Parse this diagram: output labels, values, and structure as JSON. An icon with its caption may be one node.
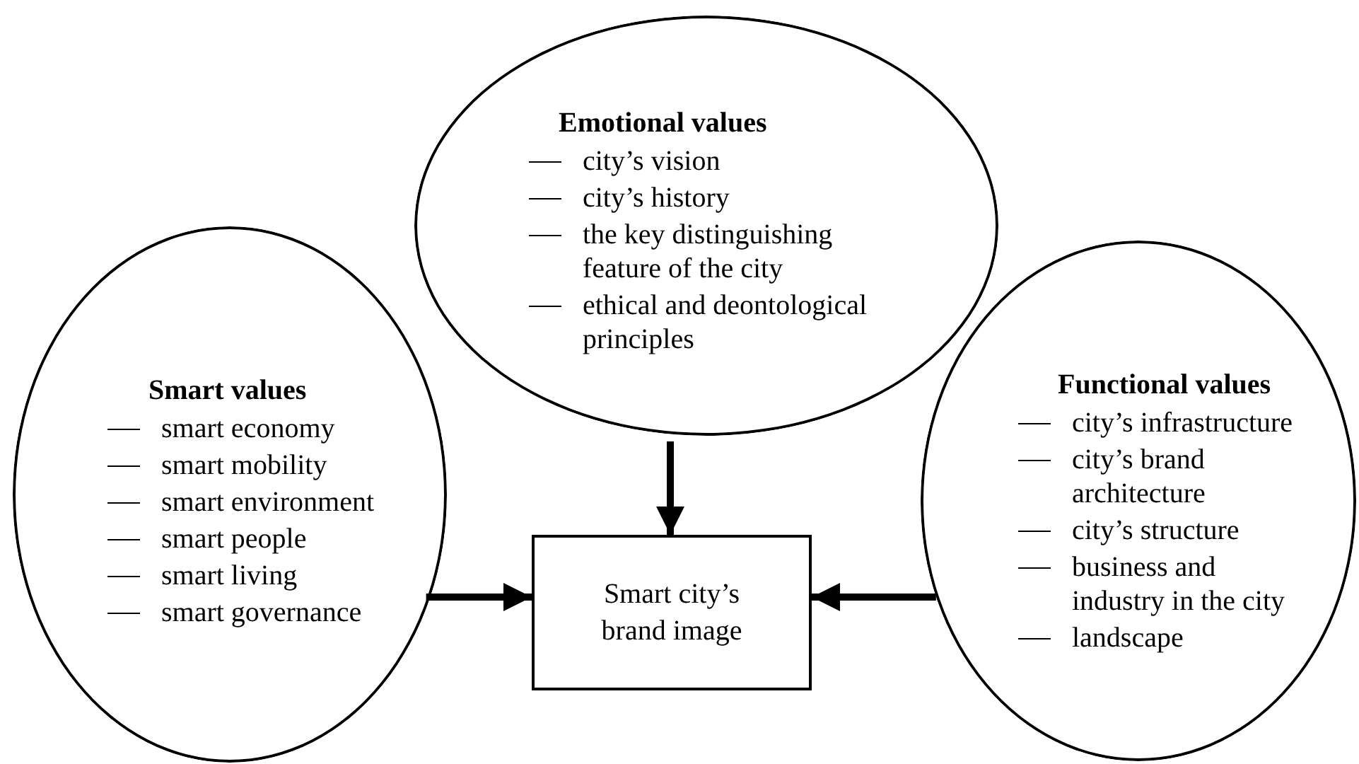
{
  "diagram": {
    "nodes": [
      {
        "text": [
          "Emotional values",
          "city’s vision",
          "city’s history",
          "the key distinguishing feature of the city",
          "ethical and deontological principles"
        ]
      },
      {
        "text": [
          "Smart values",
          "smart economy",
          "smart mobility",
          "smart environment",
          "smart people",
          "smart living",
          "smart governance"
        ]
      },
      {
        "text": [
          "Functional values",
          "city’s infrastructure",
          "city’s brand architecture",
          "city’s structure",
          "business and industry in the city",
          "landscape"
        ]
      },
      {
        "text": [
          "Smart city’s brand image"
        ]
      }
    ],
    "edges": [
      {
        "from": 0,
        "to": 3,
        "arrow": "to"
      },
      {
        "from": 1,
        "to": 3,
        "arrow": "to"
      },
      {
        "from": 2,
        "to": 3,
        "arrow": "to"
      }
    ]
  }
}
